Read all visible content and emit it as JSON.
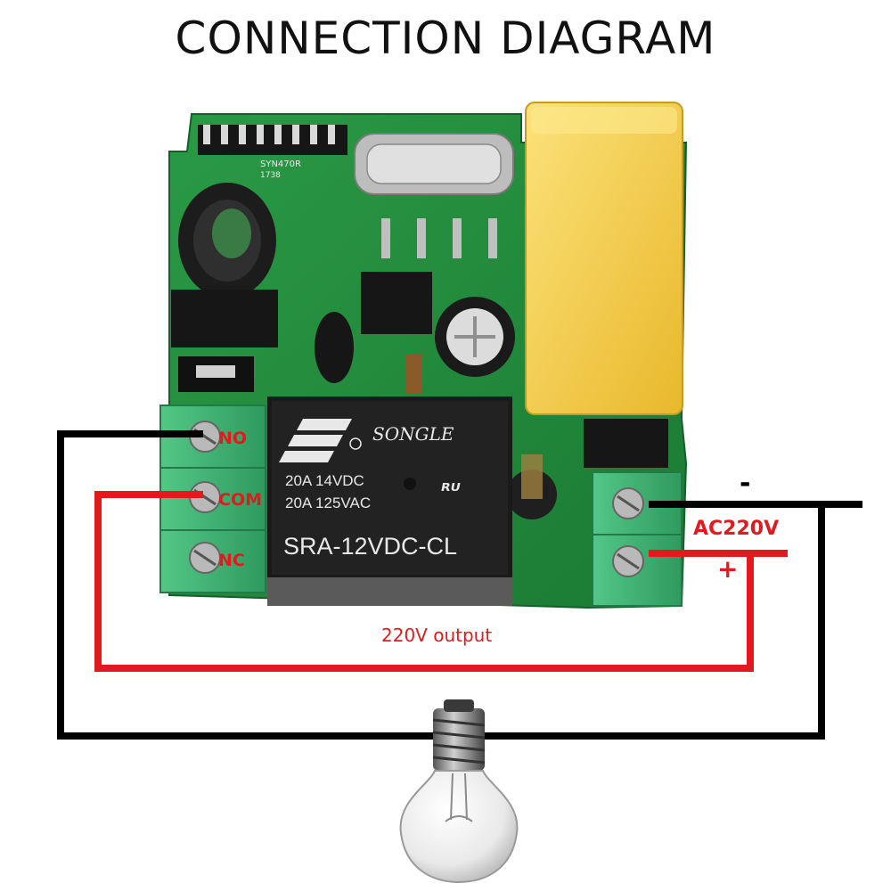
{
  "title": "CONNECTION DIAGRAM",
  "terminals": {
    "no": "NO",
    "com": "COM",
    "nc": "NC"
  },
  "relay": {
    "brand": "SONGLE",
    "rating1": "20A  14VDC",
    "rating2": "20A  125VAC",
    "model": "SRA-12VDC-CL"
  },
  "chips": {
    "receiver_chip": "SYN470R",
    "receiver_code": "1738"
  },
  "supply": {
    "label": "AC220V",
    "minus": "-",
    "plus": "+"
  },
  "output_label": "220V output",
  "colors": {
    "wire_black": "#000000",
    "wire_red": "#e4191e",
    "pcb_green": "#1e8a3a",
    "terminal_green": "#3fb776",
    "capacitor_yellow": "#f5c842",
    "relay_black": "#1a1a1a"
  }
}
